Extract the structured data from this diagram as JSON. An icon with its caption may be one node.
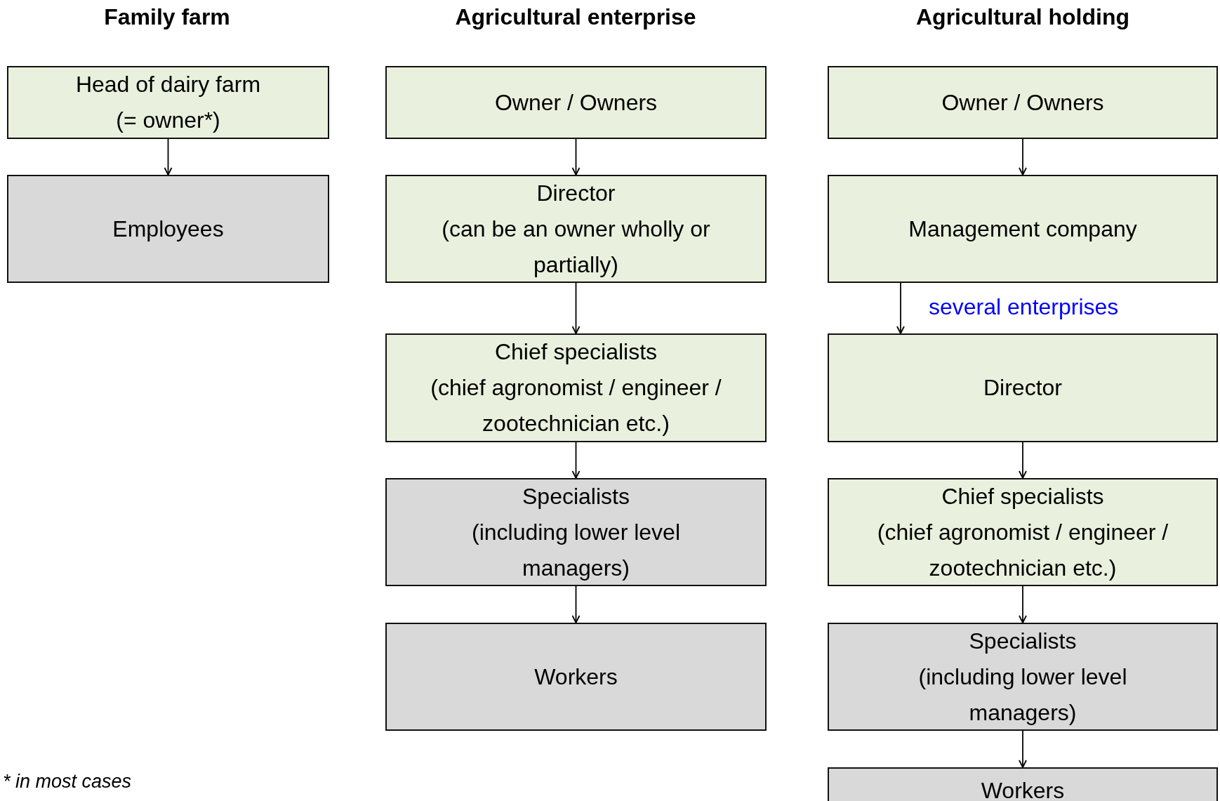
{
  "diagram": {
    "nodes": [
      {
        "text": [
          "Head of dairy farm",
          "(= owner*)"
        ]
      },
      {
        "text": [
          "Employees"
        ]
      },
      {
        "text": [
          "Owner / Owners"
        ]
      },
      {
        "text": [
          "Director",
          "(can be an owner wholly or partially)"
        ]
      },
      {
        "text": [
          "Chief specialists",
          "(chief agronomist / engineer / zootechnician etc.)"
        ]
      },
      {
        "text": [
          "Specialists",
          "(including lower level managers)"
        ]
      },
      {
        "text": [
          "Workers"
        ]
      },
      {
        "text": [
          "Owner / Owners"
        ]
      },
      {
        "text": [
          "Management company"
        ]
      },
      {
        "text": [
          "Director"
        ]
      },
      {
        "text": [
          "Chief specialists",
          "(chief agronomist / engineer / zootechnician etc.)"
        ]
      },
      {
        "text": [
          "Specialists",
          "(including lower level managers)"
        ]
      },
      {
        "text": [
          "Workers"
        ]
      }
    ],
    "edges": [
      {
        "from": 0,
        "to": 1,
        "arrow": "to"
      },
      {
        "from": 2,
        "to": 3,
        "arrow": "to"
      },
      {
        "from": 3,
        "to": 4,
        "arrow": "to"
      },
      {
        "from": 4,
        "to": 5,
        "arrow": "to"
      },
      {
        "from": 5,
        "to": 6,
        "arrow": "to"
      },
      {
        "from": 7,
        "to": 8,
        "arrow": "to"
      },
      {
        "from": 8,
        "to": 9,
        "arrow": "to",
        "label": "several enterprises"
      },
      {
        "from": 9,
        "to": 10,
        "arrow": "to"
      },
      {
        "from": 10,
        "to": 11,
        "arrow": "to"
      },
      {
        "from": 11,
        "to": 12,
        "arrow": "to"
      }
    ],
    "labels": [
      "Family farm",
      "Agricultural enterprise",
      "Agricultural holding",
      "* in most cases"
    ]
  }
}
